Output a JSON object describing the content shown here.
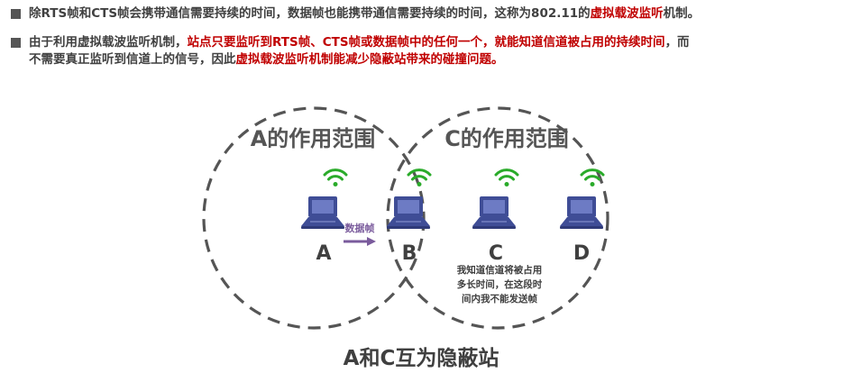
{
  "bullets": [
    {
      "lines": [
        [
          {
            "text": "除RTS帧和CTS帧会携带通信需要持续的时间，数据帧也能携带通信需要持续的时间，这称为802.11的",
            "red": false
          },
          {
            "text": "虚拟载波监听",
            "red": true
          },
          {
            "text": "机制。",
            "red": false
          }
        ]
      ]
    },
    {
      "lines": [
        [
          {
            "text": "由于利用虚拟载波监听机制，",
            "red": false
          },
          {
            "text": "站点只要监听到RTS帧、CTS帧或数据帧中的任何一个，就能知道信道被占用的持续时间",
            "red": true
          },
          {
            "text": "，而",
            "red": false
          }
        ],
        [
          {
            "text": "不需要真正监听到信道上的信号，因此",
            "red": false
          },
          {
            "text": "虚拟载波监听机制能减少隐蔽站带来的碰撞问题。",
            "red": true
          }
        ]
      ]
    }
  ],
  "diagram": {
    "range_a_label": "A的作用范围",
    "range_c_label": "C的作用范围",
    "stations": [
      "A",
      "B",
      "C",
      "D"
    ],
    "frame_label": "数据帧",
    "note_lines": [
      "我知道信道将被占用",
      "多长时间，在这段时",
      "间内我不能发送帧"
    ],
    "caption": "A和C互为隐蔽站"
  },
  "colors": {
    "text": "#404040",
    "red": "#c00000",
    "laptop": "#3f4d96",
    "wifi": "#2aab2a",
    "arrow": "#7a5b9c",
    "circle": "#555555"
  },
  "icons": [
    "bullet-square-icon",
    "laptop-icon",
    "wifi-icon",
    "arrow-right-icon"
  ]
}
